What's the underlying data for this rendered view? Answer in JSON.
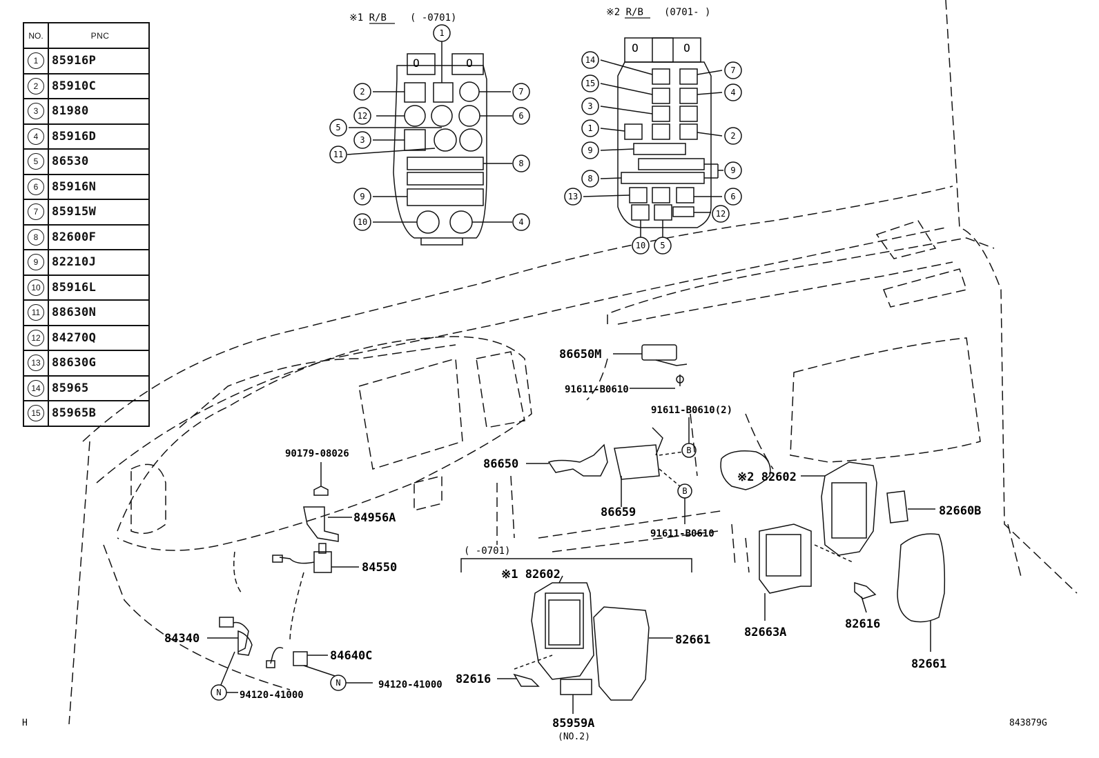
{
  "table": {
    "header_no": "NO.",
    "header_pnc": "PNC",
    "rows": [
      {
        "no": "1",
        "pnc": "85916P"
      },
      {
        "no": "2",
        "pnc": "85910C"
      },
      {
        "no": "3",
        "pnc": "81980"
      },
      {
        "no": "4",
        "pnc": "85916D"
      },
      {
        "no": "5",
        "pnc": "86530"
      },
      {
        "no": "6",
        "pnc": "85916N"
      },
      {
        "no": "7",
        "pnc": "85915W"
      },
      {
        "no": "8",
        "pnc": "82600F"
      },
      {
        "no": "9",
        "pnc": "82210J"
      },
      {
        "no": "10",
        "pnc": "85916L"
      },
      {
        "no": "11",
        "pnc": "88630N"
      },
      {
        "no": "12",
        "pnc": "84270Q"
      },
      {
        "no": "13",
        "pnc": "88630G"
      },
      {
        "no": "14",
        "pnc": "85965"
      },
      {
        "no": "15",
        "pnc": "85965B"
      }
    ]
  },
  "rb1": {
    "title": "※1 R/B",
    "range": "(    -0701)"
  },
  "rb2": {
    "title": "※2 R/B",
    "range": "(0701-    )"
  },
  "box_range": "(    -0701)",
  "parts": {
    "p86650M": "86650M",
    "p91611a": "91611-B0610",
    "p91611b": "91611-B0610(2)",
    "p90179": "90179-08026",
    "p86650": "86650",
    "p86659": "86659",
    "p91611c": "91611-B0610",
    "p84956A": "84956A",
    "p84550": "84550",
    "p84340": "84340",
    "p84640C": "84640C",
    "p94120a": "94120-41000",
    "p94120b": "94120-41000",
    "p82602a": "※1 82602",
    "p82602b": "※2 82602",
    "p82660B": "82660B",
    "p82661a": "82661",
    "p82661b": "82661",
    "p82616a": "82616",
    "p82616b": "82616",
    "p82663A": "82663A",
    "p85959A": "85959A",
    "p85959A_sub": "(NO.2)",
    "markB": "B",
    "markN": "N"
  },
  "corner_left": "H",
  "corner_right": "843879G"
}
